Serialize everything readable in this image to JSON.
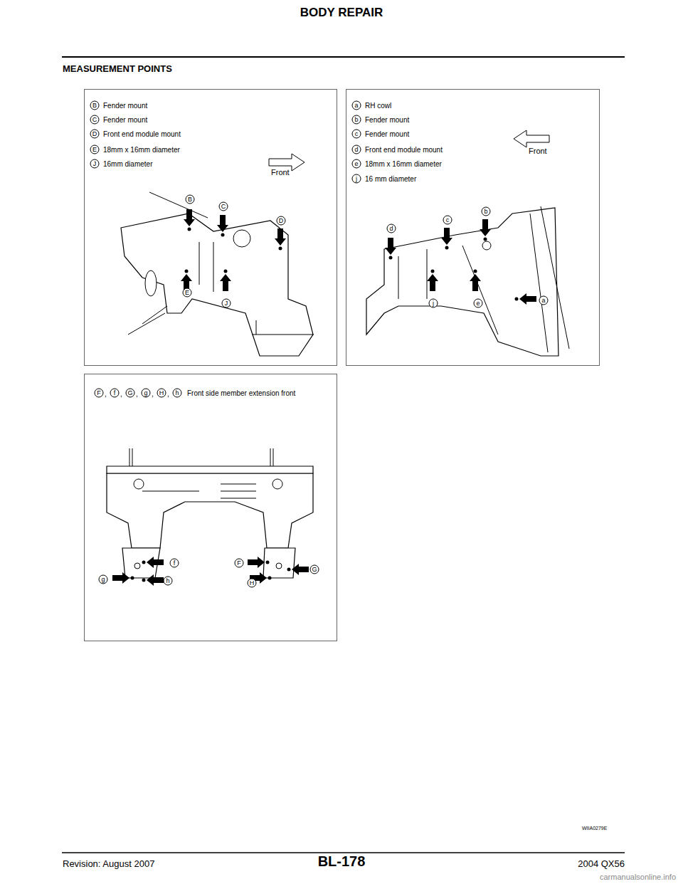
{
  "diagram": {
    "title": "BODY REPAIR",
    "nodes": [
      {
        "text": [
          "B",
          "Fender mount",
          "C",
          "Fender mount",
          "D",
          "Front end module mount",
          "E",
          "18mm x 16mm diameter",
          "J",
          "16mm diameter",
          "Front",
          "B",
          "C",
          "D",
          "E",
          "J"
        ]
      },
      {
        "text": [
          "a",
          "RH cowl",
          "b",
          "Fender mount",
          "c",
          "Fender mount",
          "d",
          "Front end module mount",
          "e",
          "18mm x 16mm diameter",
          "j",
          "16 mm diameter",
          "Front",
          "d",
          "c",
          "b",
          "a",
          "j",
          "e"
        ]
      },
      {
        "text": [
          "F",
          ",",
          "f",
          ",",
          "G",
          ",",
          "g",
          ",",
          "H",
          ",",
          "h",
          "Front side member extension front",
          "f",
          "g",
          "h",
          "F",
          "H",
          "G"
        ]
      }
    ],
    "labels": [
      "MEASUREMENT POINTS",
      "WIIA0279E",
      "BL-178",
      "Revision: August 2007",
      "2004 QX56",
      "carmanualsonline.info"
    ]
  }
}
